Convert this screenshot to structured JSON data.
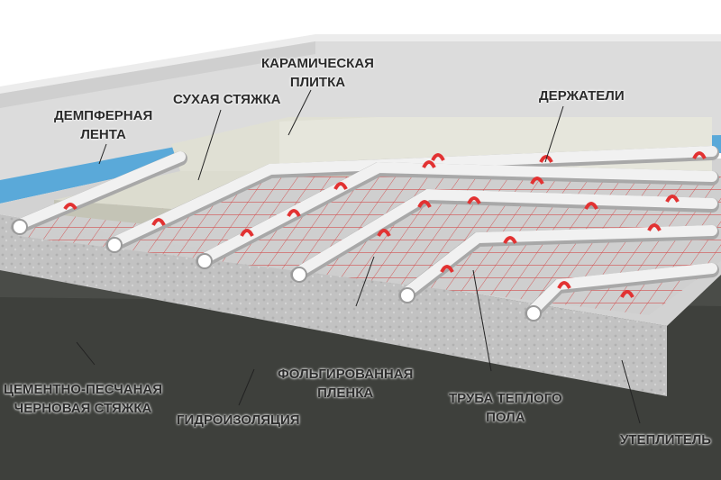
{
  "labels": {
    "ceramic_tile": [
      "КАРАМИЧЕСКАЯ",
      "ПЛИТКА"
    ],
    "dry_screed": "СУХАЯ СТЯЖКА",
    "holders": "ДЕРЖАТЕЛИ",
    "damper_tape": [
      "ДЕМПФЕРНАЯ",
      "ЛЕНТА"
    ],
    "foil_film": [
      "ФОЛЬГИРОВАННАЯ",
      "ПЛЕНКА"
    ],
    "floor_pipe": [
      "ТРУБА ТЕПЛОГО",
      "ПОЛА"
    ],
    "cement_screed": [
      "ЦЕМЕНТНО-ПЕСЧАНАЯ",
      "ЧЕРНОВАЯ СТЯЖКА"
    ],
    "waterproofing": "ГИДРОИЗОЛЯЦИЯ",
    "insulation": "УТЕПЛИТЕЛЬ"
  },
  "colors": {
    "pipe": "#f0f0f0",
    "pipe_shade": "#b9b9b9",
    "clip": "#e23232",
    "grid": "#d24a4a",
    "foil": "#c9c9c9",
    "insulation": "#bdbdbd",
    "damper": "#5aa9d9",
    "wall": "#d8d8d8"
  }
}
